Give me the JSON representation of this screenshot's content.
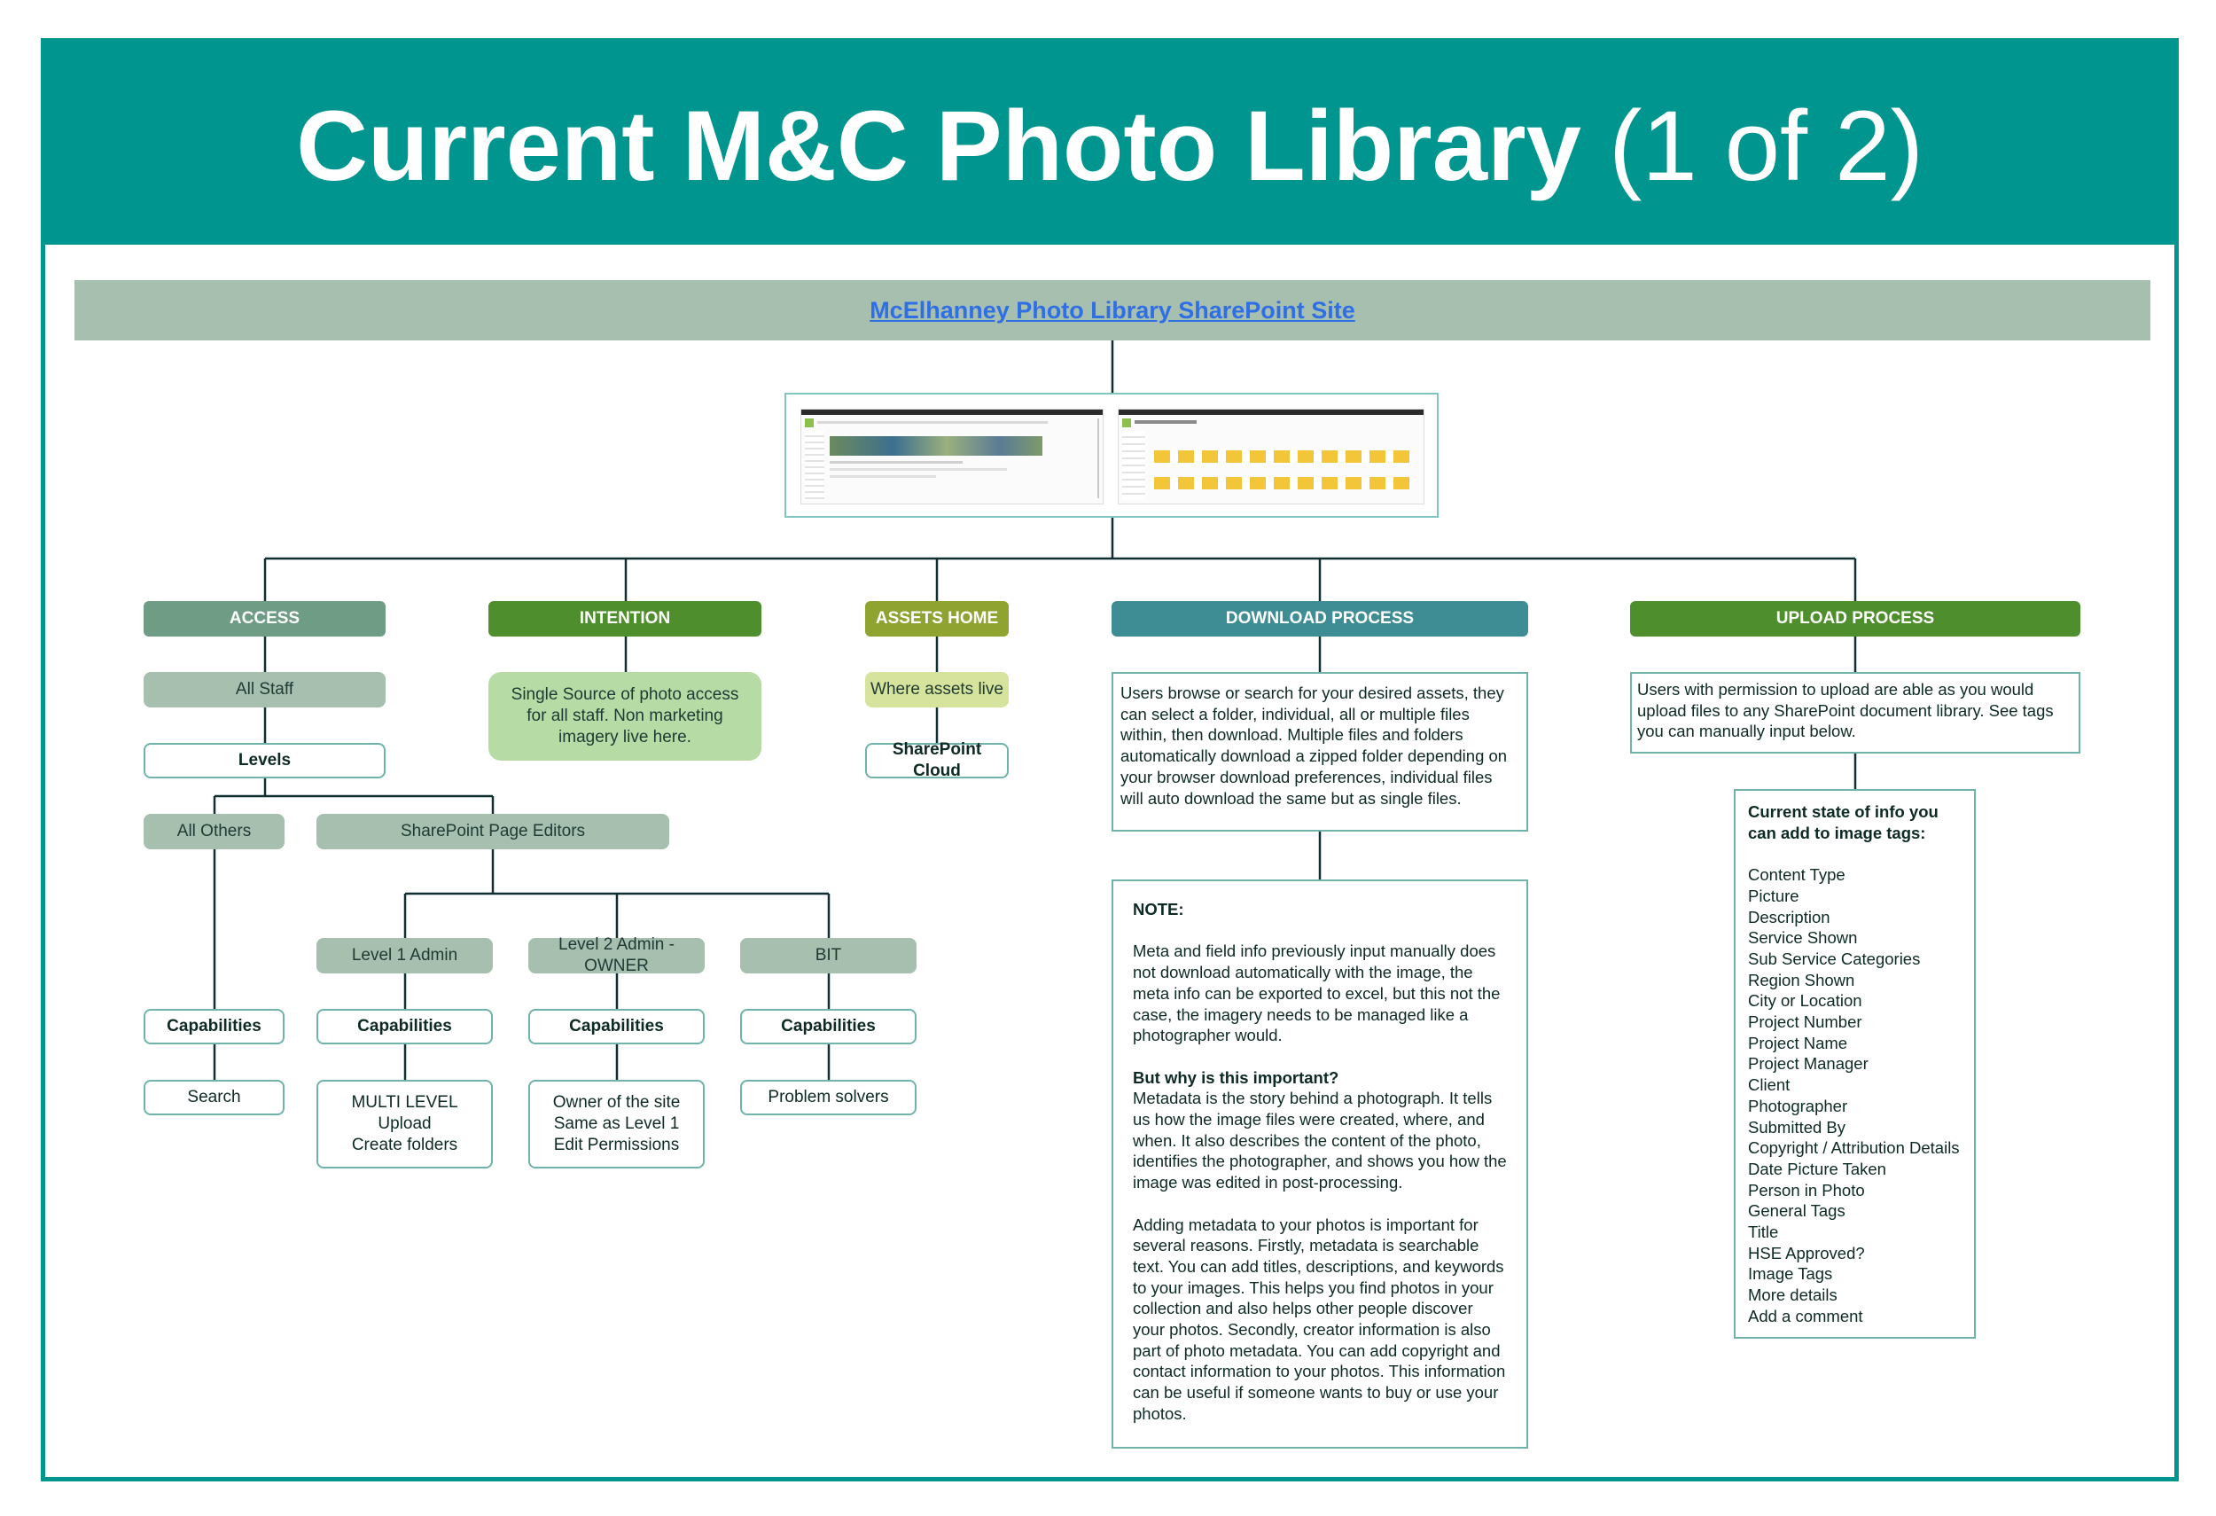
{
  "title": {
    "bold": "Current M&C Photo Library",
    "light": "(1 of 2)"
  },
  "site_link": "McElhanney Photo Library SharePoint Site",
  "access": {
    "header": "ACCESS",
    "all_staff": "All Staff",
    "levels": "Levels",
    "all_others": "All Others",
    "editors": "SharePoint Page Editors",
    "level1": "Level 1 Admin",
    "level2": "Level 2 Admin - OWNER",
    "bit": "BIT",
    "capabilities": "Capabilities",
    "search": "Search",
    "level1_caps": [
      "MULTI LEVEL",
      "Upload",
      "Create folders"
    ],
    "level2_caps": [
      "Owner of the site",
      "Same as Level 1",
      "Edit Permissions"
    ],
    "bit_caps": "Problem solvers"
  },
  "intention": {
    "header": "INTENTION",
    "text": "Single Source of photo access for all staff. Non marketing imagery live here."
  },
  "assets": {
    "header": "ASSETS HOME",
    "where": "Where assets live",
    "cloud": "SharePoint Cloud"
  },
  "download": {
    "header": "DOWNLOAD PROCESS",
    "text": "Users browse or search for your desired assets, they can select a folder, individual, all or multiple files within, then download. Multiple files and folders  automatically download a zipped folder depending on your browser download preferences, individual files will auto download the same but as single files.",
    "note_title": "NOTE:",
    "note_p1": "Meta and field info previously input manually does not download automatically with the image, the meta info can be exported to excel, but this not the case, the imagery needs to be managed like a photographer would.",
    "why_title": "But why is this important?",
    "why_p1": "Metadata is the story behind a photograph. It tells us how the image files were created, where, and when. It also describes the content of the photo, identifies the photographer, and shows you how the image was edited in post-processing.",
    "why_p2": "Adding metadata to your photos is important for several reasons. Firstly, metadata is searchable text. You can add titles, descriptions, and keywords to your images. This helps you find photos in your collection and also helps other people discover your photos. Secondly, creator information is also part of photo metadata. You can add copyright and contact information to your photos. This information can be useful if someone wants to buy or use your photos."
  },
  "upload": {
    "header": "UPLOAD PROCESS",
    "text": "Users with permission to upload are able as you would upload files to any SharePoint document library. See tags you can manually input below.",
    "tags_title": "Current state of info you can add to image tags:",
    "tags": [
      "Content Type",
      "Picture",
      "Description",
      "Service Shown",
      "Sub Service Categories",
      "Region Shown",
      "City or Location",
      "Project Number",
      "Project Name",
      "Project Manager",
      "Client",
      "Photographer",
      "Submitted By",
      "Copyright / Attribution Details",
      "Date Picture Taken",
      "Person in Photo",
      "General Tags",
      "Title",
      "HSE Approved?",
      "Image Tags",
      "More details",
      "Add a comment"
    ]
  },
  "colors": {
    "teal": "#00958e",
    "access": "#6e9c85",
    "intention": "#4f8e2c",
    "assets": "#8fa331",
    "download": "#3e8d94",
    "upload": "#4f8e2c",
    "pill": "#a7bfae",
    "intention_fill": "#b7dba5",
    "assets_fill": "#d6e39c",
    "link": "#2f6fe6"
  }
}
